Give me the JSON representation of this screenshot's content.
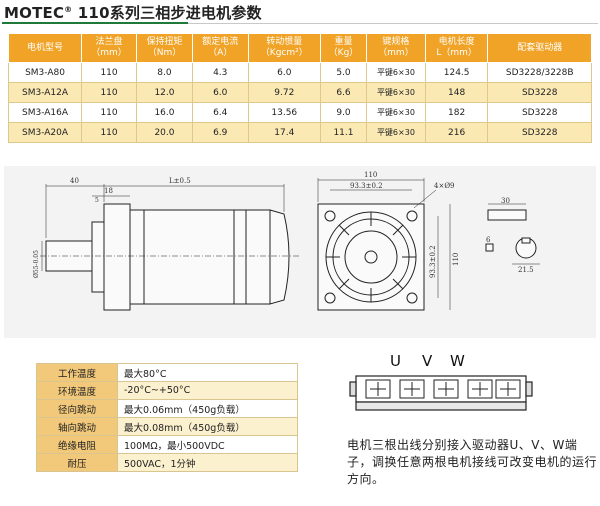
{
  "header": {
    "brand": "MOTEC",
    "reg": "®",
    "title_rest": " 110系列三相步进电机参数"
  },
  "spec_table": {
    "headers": [
      [
        "电机型号"
      ],
      [
        "法兰盘",
        "（mm）"
      ],
      [
        "保持扭矩",
        "（Nm）"
      ],
      [
        "额定电流",
        "（A）"
      ],
      [
        "转动惯量",
        "（Kgcm²）"
      ],
      [
        "重量",
        "（Kg）"
      ],
      [
        "键规格",
        "（mm）"
      ],
      [
        "电机长度",
        "L（mm）"
      ],
      [
        "配套驱动器"
      ]
    ],
    "rows": [
      [
        "SM3-A80",
        "110",
        "8.0",
        "4.3",
        "6.0",
        "5.0",
        "平键6×30",
        "124.5",
        "SD3228/3228B"
      ],
      [
        "SM3-A12A",
        "110",
        "12.0",
        "6.0",
        "9.72",
        "6.6",
        "平键6×30",
        "148",
        "SD3228"
      ],
      [
        "SM3-A16A",
        "110",
        "16.0",
        "6.4",
        "13.56",
        "9.0",
        "平键6×30",
        "182",
        "SD3228"
      ],
      [
        "SM3-A20A",
        "110",
        "20.0",
        "6.9",
        "17.4",
        "11.1",
        "平键6×30",
        "216",
        "SD3228"
      ]
    ]
  },
  "drawing": {
    "side_dim_total": "L±0.5",
    "side_dim_shaft": "40",
    "side_dim_flange": "18",
    "side_dim_small": "5",
    "side_dim_dia": "Ø55-0.05",
    "front_dim_outer": "110",
    "front_dim_holes": "93.3±0.2",
    "front_dim_side": "93.3±0.2",
    "front_dim_side_outer": "110",
    "front_holes_label": "4×Ø9",
    "key_dim_length": "30",
    "key_dim_width": "6",
    "shaft_dim": "21.5"
  },
  "params": [
    {
      "k": "工作温度",
      "v": "最大80°C"
    },
    {
      "k": "环境温度",
      "v": "-20°C~+50°C"
    },
    {
      "k": "径向跳动",
      "v": "最大0.06mm（450g负载）"
    },
    {
      "k": "轴向跳动",
      "v": "最大0.08mm（450g负载）"
    },
    {
      "k": "绝缘电阻",
      "v": "100MΩ，最小500VDC"
    },
    {
      "k": "耐压",
      "v": "500VAC，1分钟"
    }
  ],
  "terminal": {
    "u": "U",
    "v": "V",
    "w": "W"
  },
  "note": "电机三根出线分别接入驱动器U、V、W端子，调换任意两根电机接线可改变电机的运行方向。",
  "colors": {
    "header_orange": "#f0a326",
    "row_yellow": "#fbe9b3",
    "param_key": "#f2c97a",
    "title_green": "#1f7a3a"
  }
}
